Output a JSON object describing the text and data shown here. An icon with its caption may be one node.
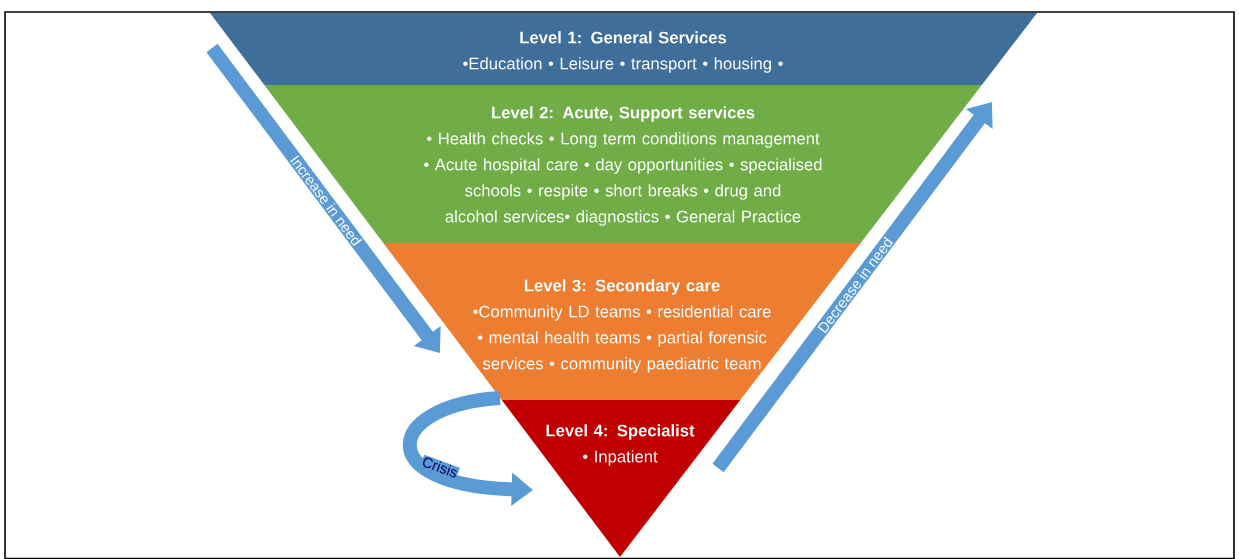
{
  "diagram": {
    "nodes": [
      {
        "text": [
          "Level 1: General Services",
          "•Education • Leisure • transport • housing •"
        ]
      },
      {
        "text": [
          "Level 2: Acute, Support services",
          "• Health checks • Long term conditions management • Acute hospital care • day opportunities • specialised schools • respite • short breaks • drug and alcohol services• diagnostics • General Practice"
        ]
      },
      {
        "text": [
          "Level 3: Secondary care",
          "•Community LD teams • residential care • mental health teams • partial forensic services • community paediatric team"
        ]
      },
      {
        "text": [
          "Level 4: Specialist",
          "• Inpatient"
        ]
      }
    ],
    "edges": [
      {
        "from": 0,
        "to": 2,
        "arrow": "to",
        "label": "Increase in need"
      },
      {
        "from": 2,
        "to": 3,
        "arrow": "to",
        "label": "Crisis"
      },
      {
        "from": 3,
        "to": 1,
        "arrow": "to",
        "label": "Decrease in need"
      }
    ]
  }
}
